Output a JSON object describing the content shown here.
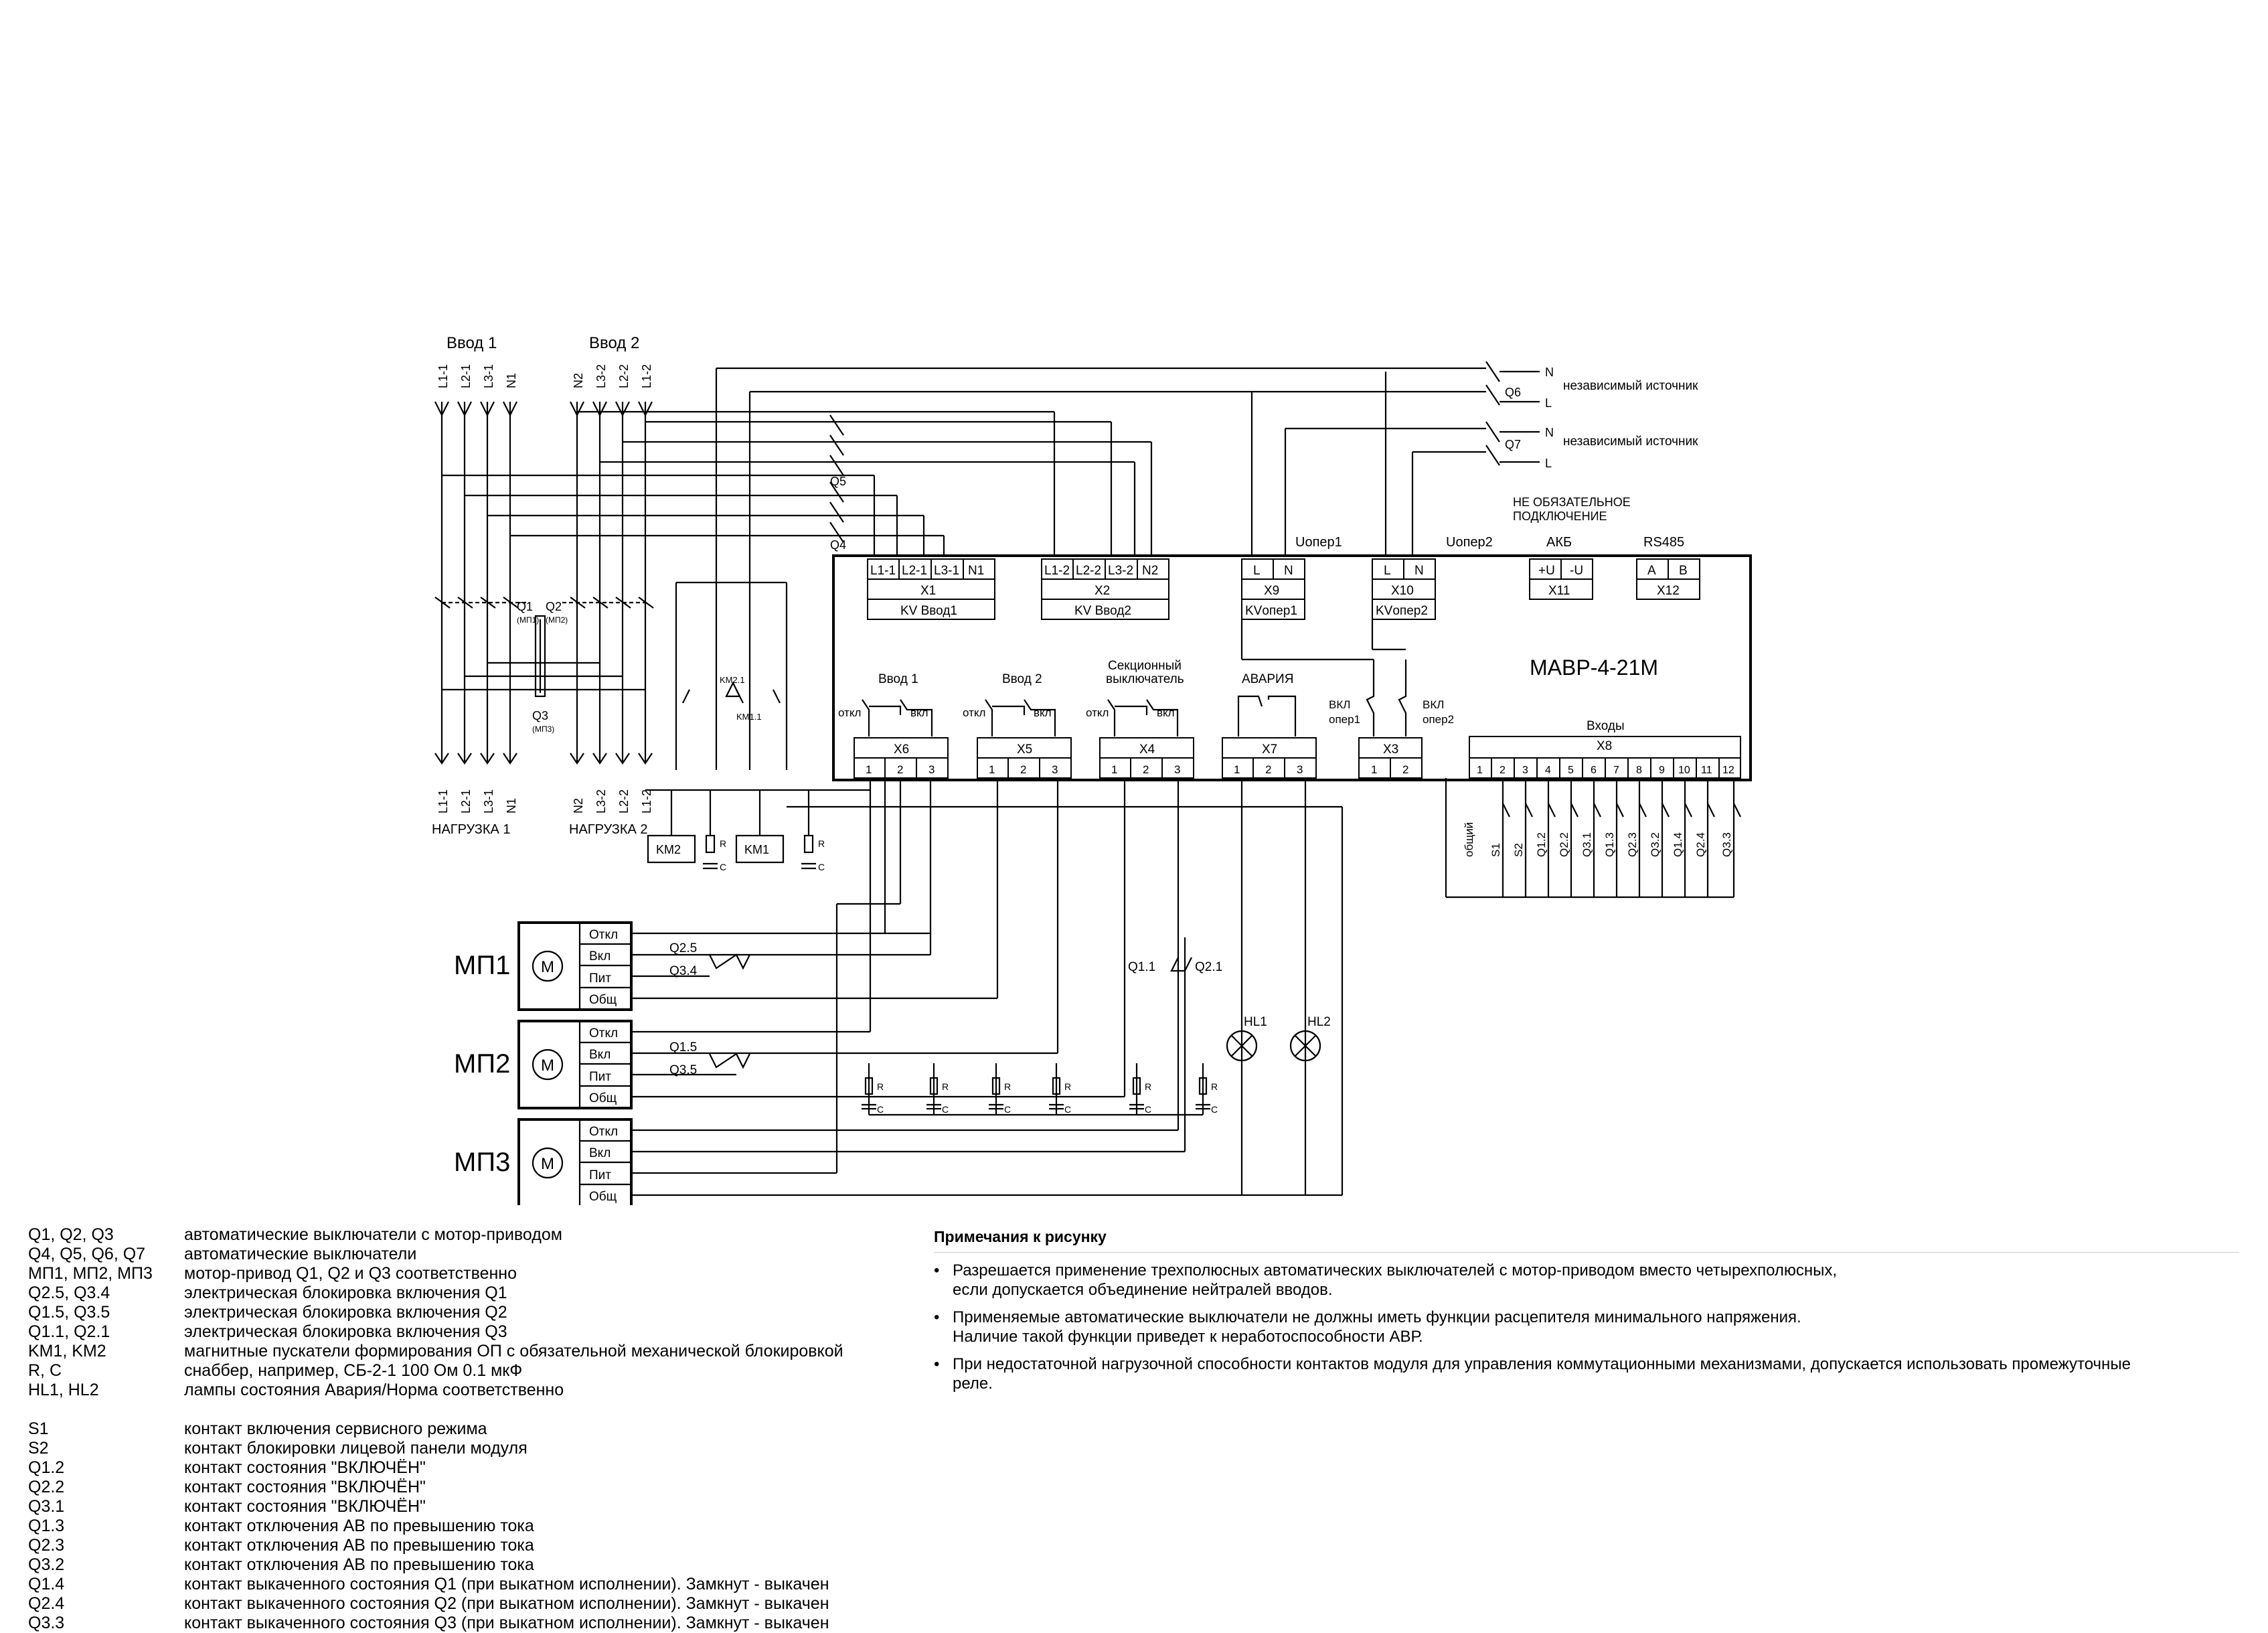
{
  "diagram": {
    "inputs": {
      "input1_title": "Ввод 1",
      "input2_title": "Ввод 2",
      "input1_phases": [
        "L1-1",
        "L2-1",
        "L3-1",
        "N1"
      ],
      "input2_phases": [
        "N2",
        "L3-2",
        "L2-2",
        "L1-2"
      ]
    },
    "loads": {
      "load1_title": "НАГРУЗКА 1",
      "load2_title": "НАГРУЗКА 2",
      "load1_phases": [
        "L1-1",
        "L2-1",
        "L3-1",
        "N1"
      ],
      "load2_phases": [
        "N2",
        "L3-2",
        "L2-2",
        "L1-2"
      ]
    },
    "breakers": {
      "q1": "Q1",
      "q1_sub": "(МП1)",
      "q2": "Q2",
      "q2_sub": "(МП2)",
      "q3": "Q3",
      "q3_sub": "(МП3)",
      "q4": "Q4",
      "q5": "Q5",
      "q6": "Q6",
      "q7": "Q7"
    },
    "sources": {
      "n": "N",
      "l": "L",
      "independent_source": "независимый источник",
      "optional_connection": [
        "НЕ ОБЯЗАТЕЛЬНОЕ",
        "ПОДКЛЮЧЕНИЕ"
      ],
      "uoper1": "Uопер1",
      "uoper2": "Uопер2",
      "akb": "АКБ",
      "rs485": "RS485"
    },
    "module": {
      "name": "МАВР-4-21М",
      "x1": {
        "pins": [
          "L1-1",
          "L2-1",
          "L3-1",
          "N1"
        ],
        "id": "X1",
        "label": "KV Ввод1"
      },
      "x2": {
        "pins": [
          "L1-2",
          "L2-2",
          "L3-2",
          "N2"
        ],
        "id": "X2",
        "label": "KV Ввод2"
      },
      "x9": {
        "pins": [
          "L",
          "N"
        ],
        "id": "X9",
        "label": "KVопер1"
      },
      "x10": {
        "pins": [
          "L",
          "N"
        ],
        "id": "X10",
        "label": "KVопер2"
      },
      "x11": {
        "pins": [
          "+U",
          "-U"
        ],
        "id": "X11"
      },
      "x12": {
        "pins": [
          "A",
          "B"
        ],
        "id": "X12"
      },
      "relays": {
        "input1": "Ввод 1",
        "input2": "Ввод 2",
        "sectional": [
          "Секционный",
          "выключатель"
        ],
        "alarm": "АВАРИЯ",
        "off": "откл",
        "on": "вкл",
        "vkl_oper1": [
          "ВКЛ",
          "опер1"
        ],
        "vkl_oper2": [
          "ВКЛ",
          "опер2"
        ]
      },
      "x6": "X6",
      "x5": "X5",
      "x4": "X4",
      "x7": "X7",
      "x3": "X3",
      "x8": "X8",
      "inputs_label": "Входы",
      "pins3": [
        "1",
        "2",
        "3"
      ],
      "pins2": [
        "1",
        "2"
      ],
      "pins12": [
        "1",
        "2",
        "3",
        "4",
        "5",
        "6",
        "7",
        "8",
        "9",
        "10",
        "11",
        "12"
      ],
      "x8_signals": [
        "общий",
        "S1",
        "S2",
        "Q1.2",
        "Q2.2",
        "Q3.1",
        "Q1.3",
        "Q2.3",
        "Q3.2",
        "Q1.4",
        "Q2.4",
        "Q3.3"
      ]
    },
    "contactors": {
      "km1": "KM1",
      "km2": "KM2",
      "km21": "KM2.1",
      "km11": "KM1.1",
      "r": "R",
      "c": "C"
    },
    "motors": {
      "mp1": "МП1",
      "mp2": "МП2",
      "mp3": "МП3",
      "m": "M",
      "terminals": [
        "Откл",
        "Вкл",
        "Пит",
        "Общ"
      ],
      "q25": "Q2.5",
      "q34": "Q3.4",
      "q15": "Q1.5",
      "q35": "Q3.5",
      "q11": "Q1.1",
      "q21": "Q2.1",
      "hl1": "HL1",
      "hl2": "HL2"
    }
  },
  "legend": {
    "group1": [
      {
        "code": "Q1, Q2, Q3",
        "desc": "автоматические выключатели с мотор-приводом"
      },
      {
        "code": "Q4, Q5, Q6, Q7",
        "desc": "автоматические выключатели"
      },
      {
        "code": "МП1, МП2, МП3",
        "desc": "мотор-привод Q1, Q2 и Q3 соответственно"
      },
      {
        "code": "Q2.5, Q3.4",
        "desc": "электрическая блокировка включения Q1"
      },
      {
        "code": "Q1.5, Q3.5",
        "desc": "электрическая блокировка включения Q2"
      },
      {
        "code": "Q1.1, Q2.1",
        "desc": "электрическая блокировка включения Q3"
      },
      {
        "code": "KM1, KM2",
        "desc": "магнитные пускатели формирования ОП с обязательной механической блокировкой"
      },
      {
        "code": "R, C",
        "desc": "снаббер, например, СБ-2-1 100 Ом 0.1 мкФ"
      },
      {
        "code": "HL1, HL2",
        "desc": "лампы состояния Авария/Норма соответственно"
      }
    ],
    "group2": [
      {
        "code": "S1",
        "desc": "контакт включения сервисного режима"
      },
      {
        "code": "S2",
        "desc": "контакт блокировки лицевой панели модуля"
      },
      {
        "code": "Q1.2",
        "desc": "контакт состояния \"ВКЛЮЧЁН\""
      },
      {
        "code": "Q2.2",
        "desc": "контакт состояния \"ВКЛЮЧЁН\""
      },
      {
        "code": "Q3.1",
        "desc": "контакт состояния \"ВКЛЮЧЁН\""
      },
      {
        "code": "Q1.3",
        "desc": "контакт отключения АВ по превышению тока"
      },
      {
        "code": "Q2.3",
        "desc": "контакт отключения АВ по превышению тока"
      },
      {
        "code": "Q3.2",
        "desc": "контакт отключения АВ по превышению тока"
      },
      {
        "code": "Q1.4",
        "desc": "контакт выкаченного состояния Q1 (при выкатном исполнении). Замкнут - выкачен"
      },
      {
        "code": "Q2.4",
        "desc": "контакт выкаченного состояния Q2 (при выкатном исполнении). Замкнут - выкачен"
      },
      {
        "code": "Q3.3",
        "desc": "контакт выкаченного состояния Q3 (при выкатном исполнении). Замкнут - выкачен"
      }
    ]
  },
  "notes": {
    "title": "Примечания к рисунку",
    "items": [
      {
        "l1": "Разрешается применение трехполюсных автоматических выключателей с мотор-приводом вместо четырехполюсных,",
        "l2": "если допускается объединение нейтралей вводов."
      },
      {
        "l1": "Применяемые автоматические выключатели не должны иметь функции расцепителя минимального напряжения.",
        "l2": "Наличие такой функции приведет к неработоспособности АВР."
      },
      {
        "l1": "При недостаточной нагрузочной способности контактов модуля для управления коммутационными механизмами, допускается использовать промежуточные",
        "l2": "реле."
      }
    ]
  }
}
